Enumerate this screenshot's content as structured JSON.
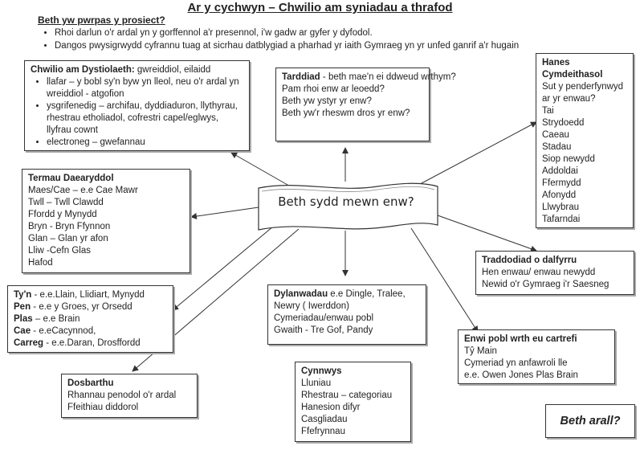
{
  "title": "Ar y cychwyn – Chwilio am syniadau a thrafod",
  "purpose": {
    "heading": "Beth yw pwrpas y prosiect?",
    "items": [
      "Rhoi darlun o'r ardal yn y gorffennol a'r presennol, i'w gadw ar gyfer y dyfodol.",
      "Dangos pwysigrwydd cyfrannu tuag at sicrhau datblygiad a pharhad yr iaith Gymraeg yn yr unfed ganrif a'r hugain"
    ]
  },
  "center": "Beth sydd mewn enw?",
  "evidence": {
    "heading": "Chwilio am Dystiolaeth:",
    "heading_rest": " gwreiddiol, eilaidd",
    "items": [
      "llafar – y bobl sy'n byw yn lleol, neu o'r ardal yn wreiddiol - atgofion",
      "ysgrifenedig – archifau, dyddiaduron, llythyrau, rhestrau etholiadol, cofrestri capel/eglwys, llyfrau cownt",
      "electroneg – gwefannau"
    ]
  },
  "origin": {
    "heading": "Tarddiad",
    "heading_rest": " - beth mae'n ei ddweud wrthym?",
    "lines": [
      "Pam rhoi enw ar leoedd?",
      "Beth yw ystyr yr enw?",
      "Beth yw'r rheswm dros yr enw?"
    ]
  },
  "history": {
    "heading_1": "Hanes",
    "heading_2": "Cymdeithasol",
    "lines": [
      "Sut y penderfynwyd",
      "ar yr enwau?",
      "Tai",
      "Strydoedd",
      "Caeau",
      "Stadau",
      "Siop newydd",
      "Addoldai",
      "Ffermydd",
      "Afonydd",
      "Llwybrau",
      "Tafarndai"
    ]
  },
  "terms": {
    "heading": "Termau Daearyddol",
    "lines": [
      "Maes/Cae – e.e Cae Mawr",
      "Twll – Twll Clawdd",
      "Ffordd y Mynydd",
      "Bryn - Bryn Ffynnon",
      "Glan – Glan yr afon",
      "Lliw -Cefn Glas",
      "Hafod"
    ]
  },
  "tradition": {
    "heading": "Traddodiad o dalfyrru",
    "lines": [
      "Hen enwau/ enwau newydd",
      "Newid o'r Gymraeg i'r Saesneg"
    ]
  },
  "prefixes": {
    "rows": [
      {
        "term": "Ty'n",
        "text": " - e.e.Llain, Llidiart, Mynydd"
      },
      {
        "term": "Pen",
        "text": " - e.e y Groes, yr Orsedd"
      },
      {
        "term": "Plas",
        "text": " – e.e Brain"
      },
      {
        "term": "Cae",
        "text": " - e.eCacynnod,"
      },
      {
        "term": "Carreg",
        "text": " - e.e.Daran, Drosffordd"
      }
    ]
  },
  "influences": {
    "heading": "Dylanwadau",
    "heading_rest": " e.e Dingle, Tralee,",
    "lines": [
      "Newry ( Iwerddon)",
      "Cymeriadau/enwau pobl",
      "Gwaith - Tre Gof, Pandy"
    ]
  },
  "people": {
    "heading": "Enwi pobl wrth eu cartrefi",
    "lines": [
      "Tŷ Main",
      "Cymeriad yn anfawroli lle",
      "e.e. Owen Jones Plas Brain"
    ]
  },
  "classify": {
    "heading": "Dosbarthu",
    "lines": [
      "Rhannau penodol o'r ardal",
      "Ffeithiau diddorol"
    ]
  },
  "contents": {
    "heading": "Cynnwys",
    "lines": [
      "Lluniau",
      "Rhestrau – categoriau",
      "Hanesion difyr",
      "Casgliadau",
      "Ffefrynnau"
    ]
  },
  "other": "Beth arall?"
}
